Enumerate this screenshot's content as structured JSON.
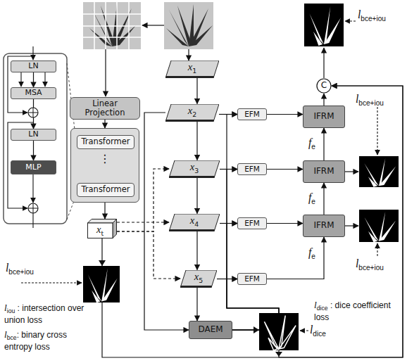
{
  "diagram": {
    "nodes": [
      {
        "text": [
          "LN"
        ]
      },
      {
        "text": [
          "MSA"
        ]
      },
      {
        "text": [
          "LN"
        ]
      },
      {
        "text": [
          "MLP"
        ]
      },
      {
        "text": [
          "Linear Projection"
        ]
      },
      {
        "text": [
          "⋮"
        ]
      },
      {
        "text": [
          "Transformer"
        ],
        "in": 5
      },
      {
        "text": [
          "Transformer"
        ],
        "in": 5
      },
      {
        "text": [
          "xt"
        ]
      },
      {
        "text": [
          "x1"
        ]
      },
      {
        "text": [
          "x2"
        ]
      },
      {
        "text": [
          "x3"
        ]
      },
      {
        "text": [
          "x4"
        ]
      },
      {
        "text": [
          "x5"
        ]
      },
      {
        "text": [
          "EFM"
        ]
      },
      {
        "text": [
          "EFM"
        ]
      },
      {
        "text": [
          "EFM"
        ]
      },
      {
        "text": [
          "EFM"
        ]
      },
      {
        "text": [
          "IFRM"
        ]
      },
      {
        "text": [
          "IFRM"
        ]
      },
      {
        "text": [
          "IFRM"
        ]
      },
      {
        "text": [
          "C"
        ]
      },
      {
        "text": [
          "DAEM"
        ]
      }
    ],
    "edges": [
      {
        "from": 0,
        "to": 1,
        "arrow": "to"
      },
      {
        "from": 1,
        "to": 2,
        "arrow": "to"
      },
      {
        "from": 2,
        "to": 3,
        "arrow": "to"
      },
      {
        "from": 4,
        "to": 5,
        "arrow": "to"
      },
      {
        "from": 5,
        "to": 8,
        "arrow": "to"
      },
      {
        "from": 8,
        "to": 11,
        "arrow": "to"
      },
      {
        "from": 8,
        "to": 12,
        "arrow": "to"
      },
      {
        "from": 8,
        "to": 13,
        "arrow": "to"
      },
      {
        "from": 9,
        "to": 10,
        "arrow": "to"
      },
      {
        "from": 10,
        "to": 11,
        "arrow": "to"
      },
      {
        "from": 11,
        "to": 12,
        "arrow": "to"
      },
      {
        "from": 12,
        "to": 13,
        "arrow": "to"
      },
      {
        "from": 13,
        "to": 22,
        "arrow": "to"
      },
      {
        "from": 10,
        "to": 22,
        "arrow": "to"
      },
      {
        "from": 10,
        "to": 14,
        "arrow": "to"
      },
      {
        "from": 11,
        "to": 15,
        "arrow": "to"
      },
      {
        "from": 12,
        "to": 16,
        "arrow": "to"
      },
      {
        "from": 13,
        "to": 17,
        "arrow": "to"
      },
      {
        "from": 14,
        "to": 18,
        "arrow": "to"
      },
      {
        "from": 15,
        "to": 19,
        "arrow": "to"
      },
      {
        "from": 16,
        "to": 20,
        "arrow": "to"
      },
      {
        "from": 17,
        "to": 20,
        "arrow": "to"
      },
      {
        "from": 20,
        "to": 19,
        "arrow": "to"
      },
      {
        "from": 19,
        "to": 18,
        "arrow": "to"
      },
      {
        "from": 18,
        "to": 21,
        "arrow": "to"
      },
      {
        "from": 22,
        "to": 14,
        "arrow": "to"
      },
      {
        "from": 22,
        "to": 15,
        "arrow": "to"
      },
      {
        "from": 22,
        "to": 16,
        "arrow": "to"
      },
      {
        "from": 22,
        "to": 17,
        "arrow": "to"
      },
      {
        "from": 22,
        "to": 21,
        "arrow": "to"
      },
      {
        "from": 8,
        "to": 21,
        "arrow": "to"
      }
    ],
    "labels": [
      "lbce+iou",
      "lbce+iou",
      "fe",
      "fe",
      "lbce+iou",
      "fe",
      "lbce+iou",
      "liou : intersection over union loss",
      "ldice : dice coefficient loss",
      "lbce: binary cross entropy loss",
      "ldice"
    ]
  }
}
